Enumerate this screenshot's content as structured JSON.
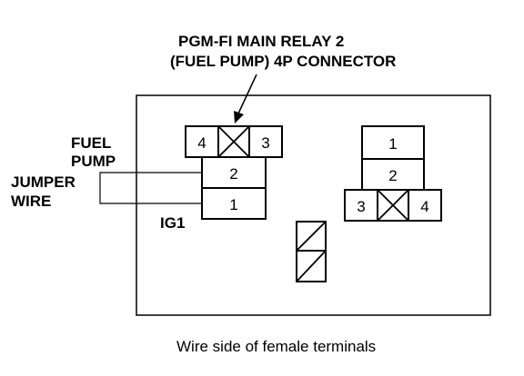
{
  "labels": {
    "title_line1": "PGM-FI MAIN RELAY 2",
    "title_line2": "(FUEL PUMP) 4P CONNECTOR",
    "fuel_pump_line1": "FUEL",
    "fuel_pump_line2": "PUMP",
    "jumper_line1": "JUMPER",
    "jumper_line2": "WIRE",
    "ig1": "IG1",
    "caption": "Wire side of female terminals"
  },
  "connector_left": {
    "pin_4": "4",
    "pin_3": "3",
    "pin_2": "2",
    "pin_1": "1"
  },
  "connector_right": {
    "pin_1": "1",
    "pin_2": "2",
    "pin_3": "3",
    "pin_4": "4"
  },
  "colors": {
    "ink": "#000000",
    "background": "#ffffff"
  }
}
